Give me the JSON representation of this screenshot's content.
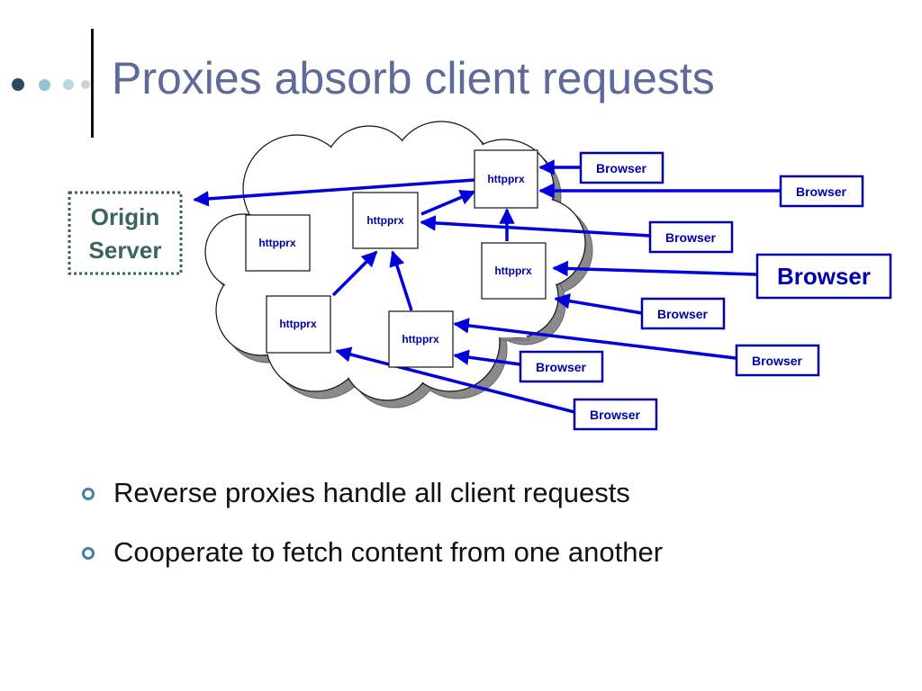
{
  "slide": {
    "title": "Proxies absorb client requests"
  },
  "diagram": {
    "origin_server": "Origin\nServer",
    "origin_line1": "Origin",
    "origin_line2": "Server",
    "proxies": [
      "httpprx",
      "httpprx",
      "httpprx",
      "httpprx",
      "httpprx",
      "httpprx"
    ],
    "browsers": [
      "Browser",
      "Browser",
      "Browser",
      "Browser",
      "Browser",
      "Browser",
      "Browser",
      "Browser"
    ],
    "colors": {
      "arrow": "#0000dd",
      "proxy_text": "#0000aa",
      "origin_text": "#3b6461",
      "cloud_shadow": "#888888"
    }
  },
  "bullets": [
    "Reverse proxies handle all client requests",
    "Cooperate to fetch content from one another"
  ]
}
